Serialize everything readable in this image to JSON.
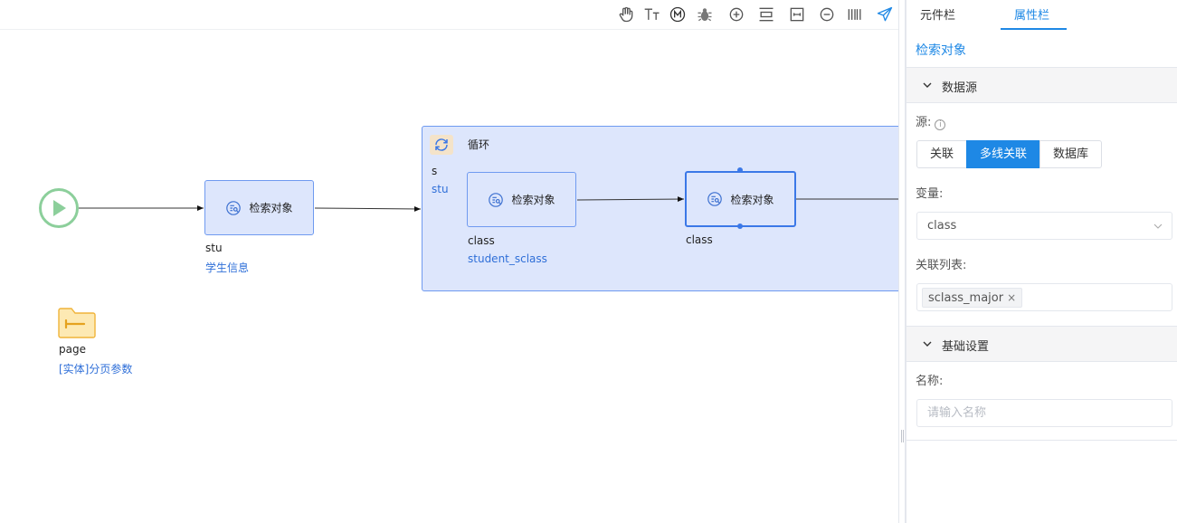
{
  "toolbar": {
    "tools": [
      "hand-icon",
      "text-size-icon",
      "m-circle-icon",
      "bug-icon",
      "zoom-in-icon",
      "fit-height-icon",
      "fit-box-icon",
      "zoom-out-icon",
      "barcode-icon",
      "send-icon"
    ],
    "accent_color": "#1e88e5"
  },
  "flow": {
    "start": {
      "label": ""
    },
    "node_search_stu": {
      "title": "检索对象",
      "var": "stu",
      "source": "学生信息"
    },
    "loop": {
      "title": "循环",
      "var": "s",
      "source": "stu"
    },
    "node_search_class1": {
      "title": "检索对象",
      "var": "class",
      "source": "student_sclass"
    },
    "node_search_class2": {
      "title": "检索对象",
      "var": "class",
      "source": ""
    },
    "page_param": {
      "var": "page",
      "source": "[实体]分页参数"
    }
  },
  "panel": {
    "tabs": [
      {
        "label": "元件栏",
        "active": false
      },
      {
        "label": "属性栏",
        "active": true
      }
    ],
    "title": "检索对象",
    "datasource_section": {
      "title": "数据源",
      "source_label": "源:",
      "source_options": [
        {
          "label": "关联",
          "active": false
        },
        {
          "label": "多线关联",
          "active": true
        },
        {
          "label": "数据库",
          "active": false
        }
      ],
      "variable_label": "变量:",
      "variable_value": "class",
      "relation_list_label": "关联列表:",
      "relation_tags": [
        "sclass_major"
      ]
    },
    "basic_section": {
      "title": "基础设置",
      "name_label": "名称:",
      "name_placeholder": "请输入名称",
      "name_value": ""
    }
  }
}
